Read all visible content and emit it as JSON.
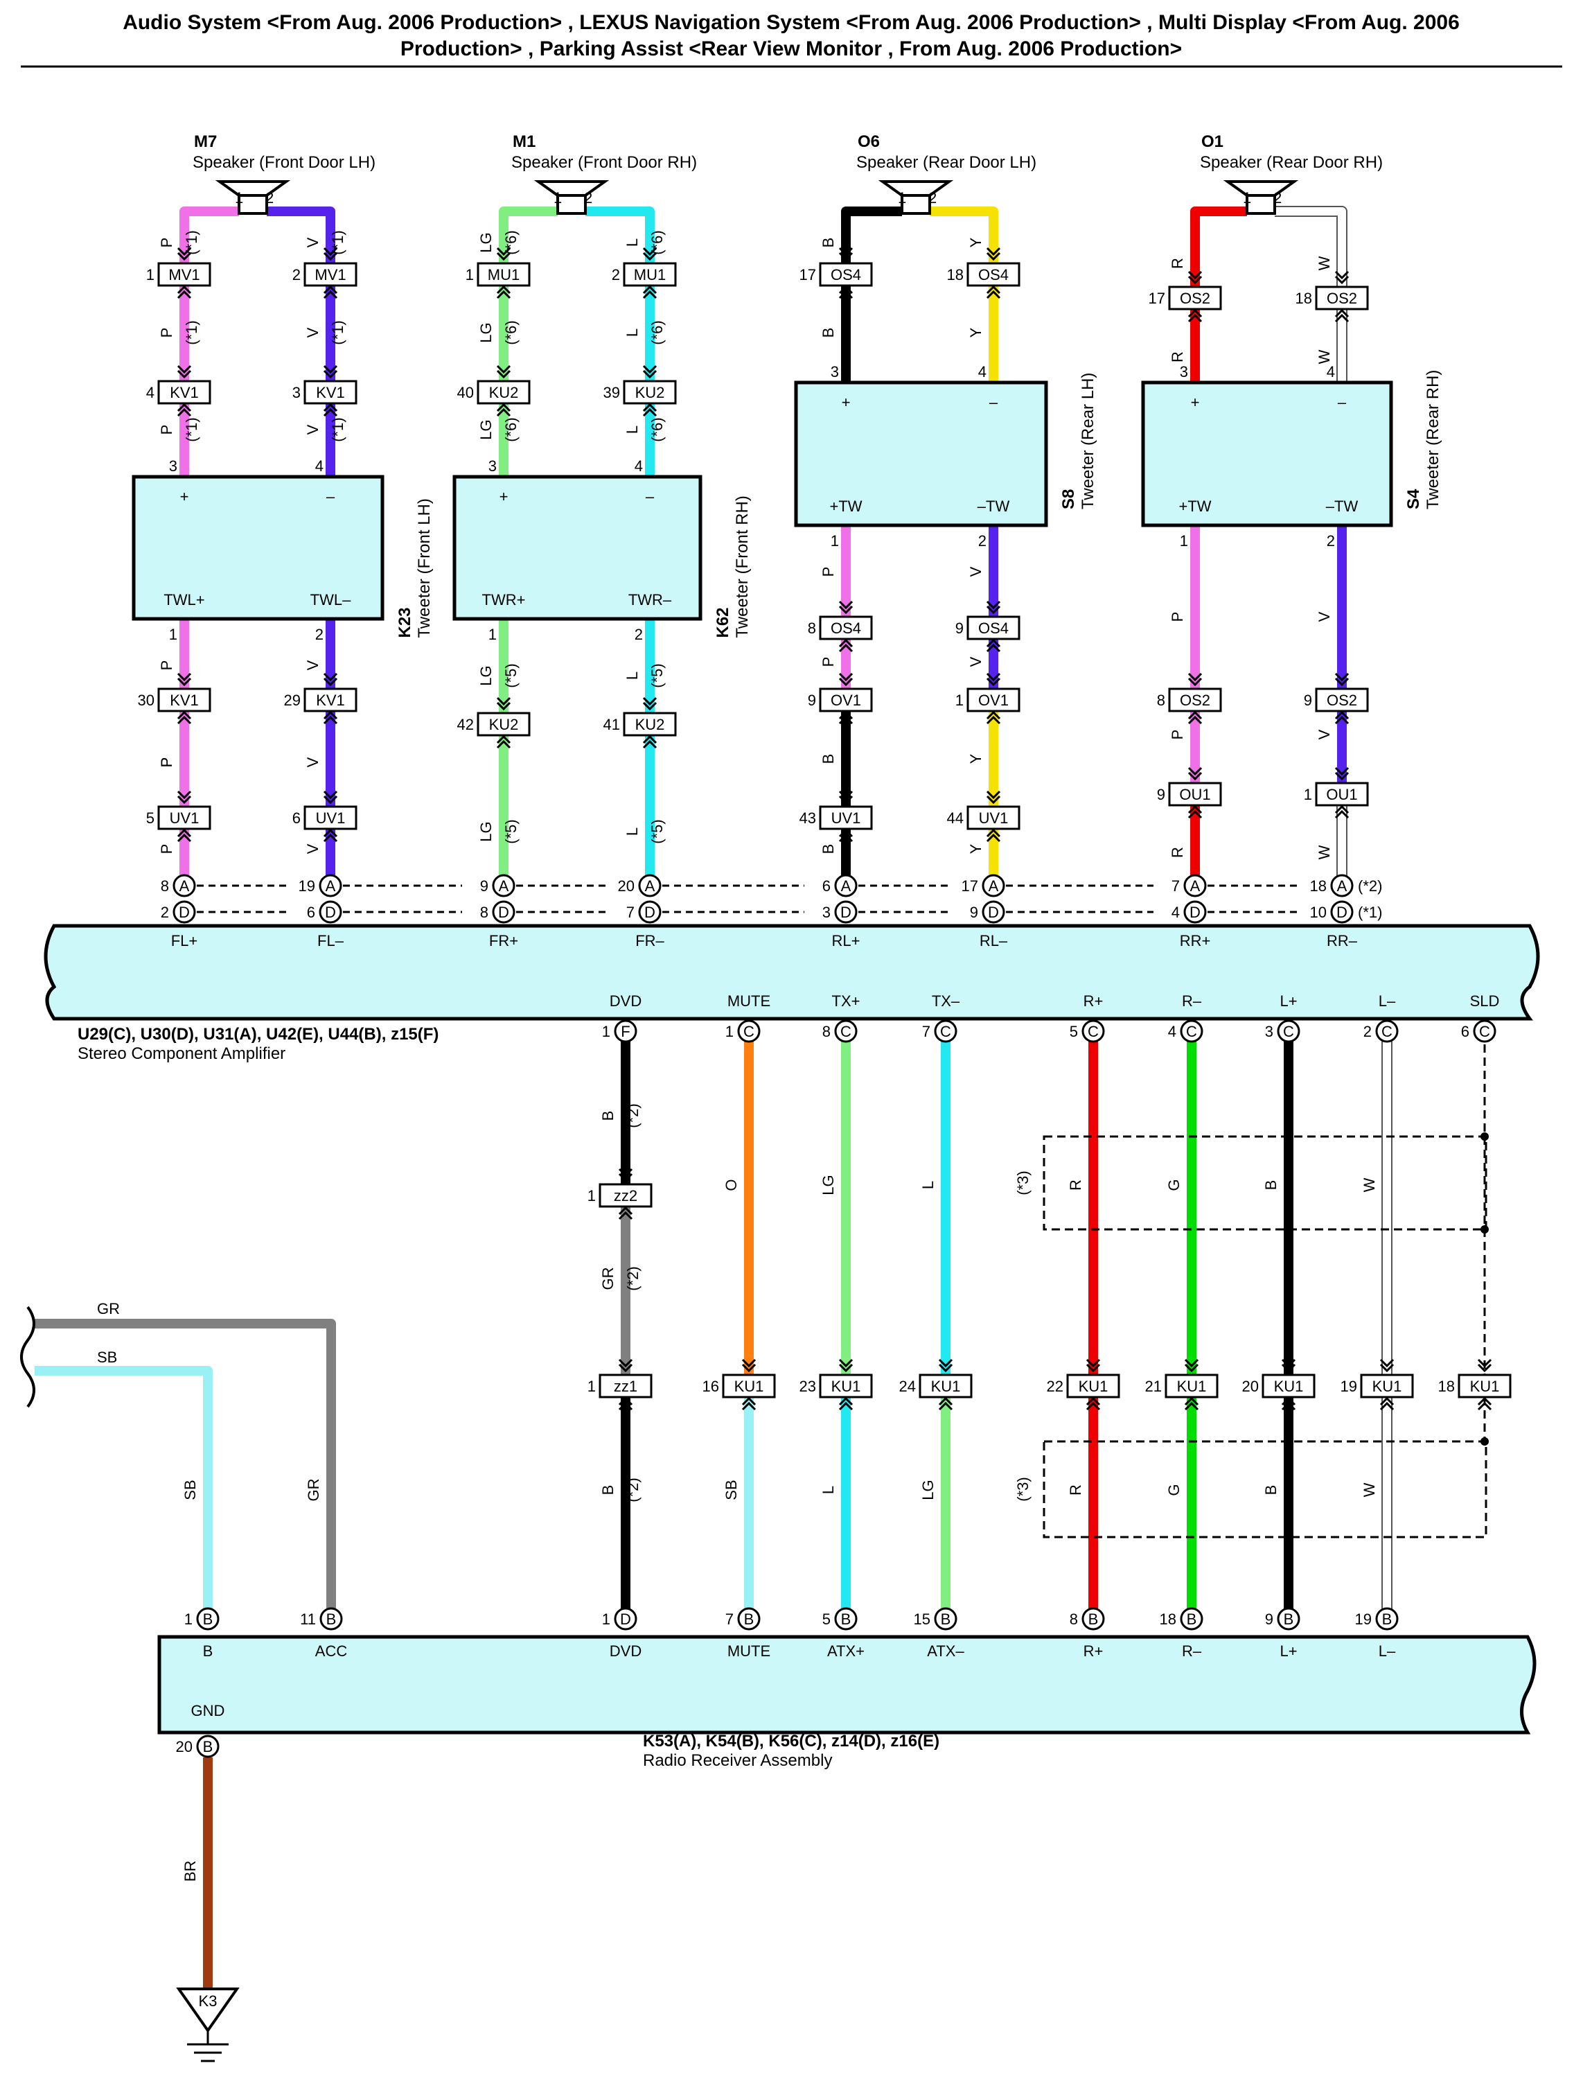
{
  "title": {
    "line1": "Audio System <From Aug. 2006 Production> , LEXUS Navigation System <From Aug. 2006 Production> , Multi Display <From Aug. 2006",
    "line2": "Production> , Parking Assist <Rear View Monitor , From Aug. 2006 Production>"
  },
  "colors": {
    "P": "#f070e8",
    "V": "#5522ee",
    "LG": "#80ee80",
    "L": "#22e8f0",
    "B": "#000000",
    "Y": "#f5e200",
    "R": "#ee0000",
    "W": "#ffffff",
    "O": "#ff8010",
    "GR": "#808080",
    "SB": "#99f0f5",
    "G": "#00dd00",
    "BR": "#a03a10",
    "box": "#ccf8fa"
  },
  "speakers": [
    {
      "code": "M7",
      "name": "Speaker (Front Door LH)",
      "pin_pos": "1",
      "pin_neg": "2"
    },
    {
      "code": "M1",
      "name": "Speaker (Front Door RH)",
      "pin_pos": "1",
      "pin_neg": "2"
    },
    {
      "code": "O6",
      "name": "Speaker (Rear Door LH)",
      "pin_pos": "1",
      "pin_neg": "2"
    },
    {
      "code": "O1",
      "name": "Speaker (Rear Door RH)",
      "pin_pos": "1",
      "pin_neg": "2"
    }
  ],
  "tweeters": [
    {
      "code": "K23",
      "name": "Tweeter (Front LH)",
      "plus": "+",
      "minus": "–",
      "out_pos": "TWL+",
      "out_neg": "TWL–",
      "pins": [
        "3",
        "4",
        "1",
        "2"
      ]
    },
    {
      "code": "K62",
      "name": "Tweeter (Front RH)",
      "plus": "+",
      "minus": "–",
      "out_pos": "TWR+",
      "out_neg": "TWR–",
      "pins": [
        "3",
        "4",
        "1",
        "2"
      ]
    },
    {
      "code": "S8",
      "name": "Tweeter (Rear LH)",
      "plus": "+",
      "minus": "–",
      "out_pos": "+TW",
      "out_neg": "–TW",
      "pins": [
        "3",
        "4",
        "1",
        "2"
      ]
    },
    {
      "code": "S4",
      "name": "Tweeter (Rear RH)",
      "plus": "+",
      "minus": "–",
      "out_pos": "+TW",
      "out_neg": "–TW",
      "pins": [
        "3",
        "4",
        "1",
        "2"
      ]
    }
  ],
  "connectors": [
    {
      "id": "MV1",
      "pin": "1"
    },
    {
      "id": "MV1",
      "pin": "2"
    },
    {
      "id": "KV1",
      "pin": "4"
    },
    {
      "id": "KV1",
      "pin": "3"
    },
    {
      "id": "MU1",
      "pin": "1"
    },
    {
      "id": "MU1",
      "pin": "2"
    },
    {
      "id": "KU2",
      "pin": "40"
    },
    {
      "id": "KU2",
      "pin": "39"
    },
    {
      "id": "OS4",
      "pin": "17"
    },
    {
      "id": "OS4",
      "pin": "18"
    },
    {
      "id": "OS2",
      "pin": "17"
    },
    {
      "id": "OS2",
      "pin": "18"
    },
    {
      "id": "KV1",
      "pin": "30"
    },
    {
      "id": "KV1",
      "pin": "29"
    },
    {
      "id": "UV1",
      "pin": "5"
    },
    {
      "id": "UV1",
      "pin": "6"
    },
    {
      "id": "KU2",
      "pin": "42"
    },
    {
      "id": "KU2",
      "pin": "41"
    },
    {
      "id": "OS4",
      "pin": "8"
    },
    {
      "id": "OS4",
      "pin": "9"
    },
    {
      "id": "OV1",
      "pin": "9"
    },
    {
      "id": "OV1",
      "pin": "1"
    },
    {
      "id": "UV1",
      "pin": "43"
    },
    {
      "id": "UV1",
      "pin": "44"
    },
    {
      "id": "OS2",
      "pin": "8"
    },
    {
      "id": "OS2",
      "pin": "9"
    },
    {
      "id": "OU1",
      "pin": "9"
    },
    {
      "id": "OU1",
      "pin": "1"
    },
    {
      "id": "zz2",
      "pin": "1"
    },
    {
      "id": "zz1",
      "pin": "1"
    },
    {
      "id": "KU1",
      "pin": "16"
    },
    {
      "id": "KU1",
      "pin": "23"
    },
    {
      "id": "KU1",
      "pin": "24"
    },
    {
      "id": "KU1",
      "pin": "22"
    },
    {
      "id": "KU1",
      "pin": "21"
    },
    {
      "id": "KU1",
      "pin": "20"
    },
    {
      "id": "KU1",
      "pin": "19"
    },
    {
      "id": "KU1",
      "pin": "18"
    }
  ],
  "wire_labels": {
    "P": "P",
    "V": "V",
    "LG": "LG",
    "L": "L",
    "B": "B",
    "Y": "Y",
    "R": "R",
    "W": "W",
    "O": "O",
    "GR": "GR",
    "SB": "SB",
    "G": "G",
    "BR": "BR"
  },
  "notes": {
    "n1": "(*1)",
    "n2": "(*2)",
    "n3": "(*3)",
    "n5": "(*5)",
    "n6": "(*6)"
  },
  "amp_terminals": [
    {
      "a": "8",
      "d": "2",
      "label": "FL+"
    },
    {
      "a": "19",
      "d": "6",
      "label": "FL–"
    },
    {
      "a": "9",
      "d": "8",
      "label": "FR+"
    },
    {
      "a": "20",
      "d": "7",
      "label": "FR–"
    },
    {
      "a": "6",
      "d": "3",
      "label": "RL+"
    },
    {
      "a": "17",
      "d": "9",
      "label": "RL–"
    },
    {
      "a": "7",
      "d": "4",
      "label": "RR+"
    },
    {
      "a": "18",
      "d": "10",
      "label": "RR–"
    }
  ],
  "letters": {
    "A": "A",
    "B": "B",
    "C": "C",
    "D": "D",
    "F": "F"
  },
  "amp": {
    "connectors": "U29(C), U30(D), U31(A), U42(E), U44(B), z15(F)",
    "name": "Stereo Component Amplifier",
    "lower": [
      {
        "pin": "1",
        "letter": "F",
        "label": "DVD"
      },
      {
        "pin": "1",
        "letter": "C",
        "label": "MUTE"
      },
      {
        "pin": "8",
        "letter": "C",
        "label": "TX+"
      },
      {
        "pin": "7",
        "letter": "C",
        "label": "TX–"
      },
      {
        "pin": "5",
        "letter": "C",
        "label": "R+"
      },
      {
        "pin": "4",
        "letter": "C",
        "label": "R–"
      },
      {
        "pin": "3",
        "letter": "C",
        "label": "L+"
      },
      {
        "pin": "2",
        "letter": "C",
        "label": "L–"
      },
      {
        "pin": "6",
        "letter": "C",
        "label": "SLD"
      }
    ]
  },
  "radio": {
    "connectors": "K53(A), K54(B), K56(C), z14(D), z16(E)",
    "name": "Radio Receiver Assembly",
    "terminals": [
      {
        "pin": "1",
        "letter": "B",
        "label": "B"
      },
      {
        "pin": "11",
        "letter": "B",
        "label": "ACC"
      },
      {
        "pin": "1",
        "letter": "D",
        "label": "DVD"
      },
      {
        "pin": "7",
        "letter": "B",
        "label": "MUTE"
      },
      {
        "pin": "5",
        "letter": "B",
        "label": "ATX+"
      },
      {
        "pin": "15",
        "letter": "B",
        "label": "ATX–"
      },
      {
        "pin": "8",
        "letter": "B",
        "label": "R+"
      },
      {
        "pin": "18",
        "letter": "B",
        "label": "R–"
      },
      {
        "pin": "9",
        "letter": "B",
        "label": "L+"
      },
      {
        "pin": "19",
        "letter": "B",
        "label": "L–"
      }
    ],
    "gnd": {
      "pin": "20",
      "letter": "B",
      "label": "GND"
    }
  },
  "ground": "K3"
}
